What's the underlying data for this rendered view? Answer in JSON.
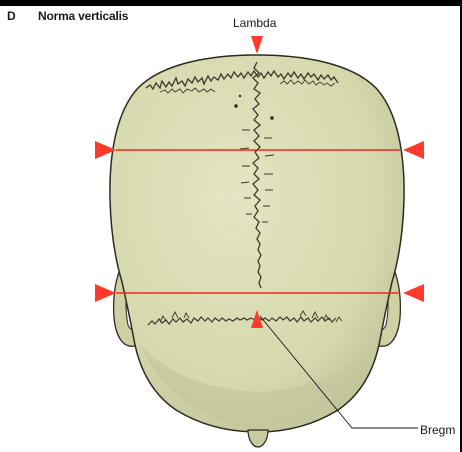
{
  "figure": {
    "panel_letter": "D",
    "title": "Norma verticalis",
    "labels": {
      "lambda": "Lambda",
      "bregma": "Bregm"
    },
    "colors": {
      "bone": "#d8d9b0",
      "bone_shadow": "#a8aa84",
      "outline": "#2b2b20",
      "suture": "#3a3a2a",
      "measure_line": "#ff2020",
      "marker": "#ff3a2a"
    }
  }
}
